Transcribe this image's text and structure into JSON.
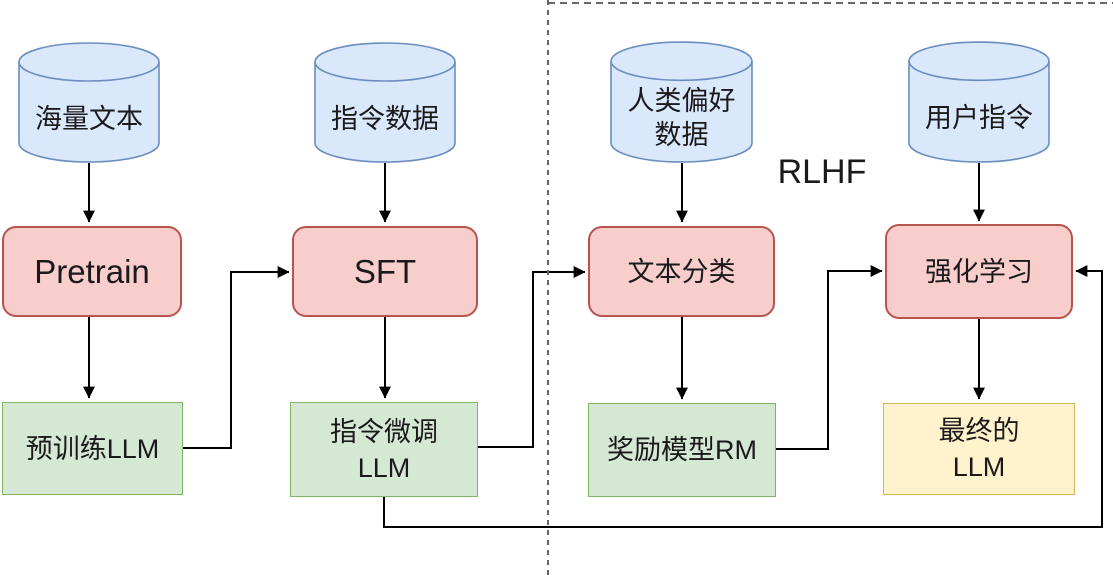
{
  "nodes": {
    "datastores": [
      {
        "label": "海量文本"
      },
      {
        "label": "指令数据"
      },
      {
        "label": "人类偏好\n数据"
      },
      {
        "label": "用户指令"
      }
    ],
    "processes": [
      {
        "label": "Pretrain"
      },
      {
        "label": "SFT"
      },
      {
        "label": "文本分类"
      },
      {
        "label": "强化学习"
      }
    ],
    "outputs": [
      {
        "label": "预训练LLM"
      },
      {
        "label": "指令微调\nLLM"
      },
      {
        "label": "奖励模型RM"
      },
      {
        "label": "最终的\nLLM"
      }
    ]
  },
  "annotations": {
    "rlhf": "RLHF"
  },
  "colors": {
    "background": "#ffffff",
    "datastore_fill": "#dae8fc",
    "datastore_stroke": "#6c8ebf",
    "process_fill": "#f8cecc",
    "process_stroke": "#b85450",
    "output_fill": "#d5e8d4",
    "output_stroke": "#82b366",
    "final_fill": "#fff2cc",
    "final_stroke": "#d6b656",
    "connector": "#000000",
    "divider": "#666666"
  }
}
